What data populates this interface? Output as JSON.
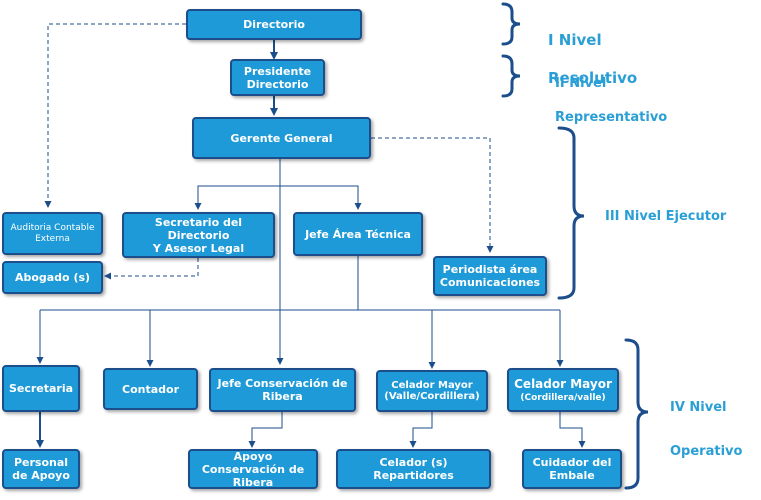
{
  "boxes": {
    "directorio": "Directorio",
    "presidente": "Presidente\nDirectorio",
    "gerente": "Gerente    General",
    "auditoria": "Auditoria  Contable\nExterna",
    "abogado": "Abogado (s)",
    "secretario": "Secretario del Directorio\nY Asesor Legal",
    "jefe_tecnica": "Jefe Área  Técnica",
    "periodista": "Periodista área\nComunicaciones",
    "secretaria": "Secretaria",
    "contador": "Contador",
    "jefe_conservacion": "Jefe Conservación de\nRibera",
    "celador_valle": "Celador Mayor\n(Valle/Cordillera)",
    "celador_cordillera_title": "Celador Mayor",
    "celador_cordillera_sub": "(Cordillera/valle)",
    "personal_apoyo": "Personal\nde Apoyo",
    "apoyo_conservacion": "Apoyo Conservación de\nRibera",
    "celador_repartidores": "Celador (s) Repartidores",
    "cuidador": "Cuidador del\nEmbale"
  },
  "levels": {
    "l1_a": "I Nivel",
    "l1_b": "Resolutivo",
    "l2_a": "II Nivel",
    "l2_b": "Representativo",
    "l3": "III Nivel Ejecutor",
    "l4_a": "IV Nivel",
    "l4_b": "Operativo"
  },
  "colors": {
    "box_fill": "#1f9ad8",
    "box_border": "#1d4e8c",
    "line": "#1d4e8c",
    "level_text": "#2a9fd6"
  }
}
